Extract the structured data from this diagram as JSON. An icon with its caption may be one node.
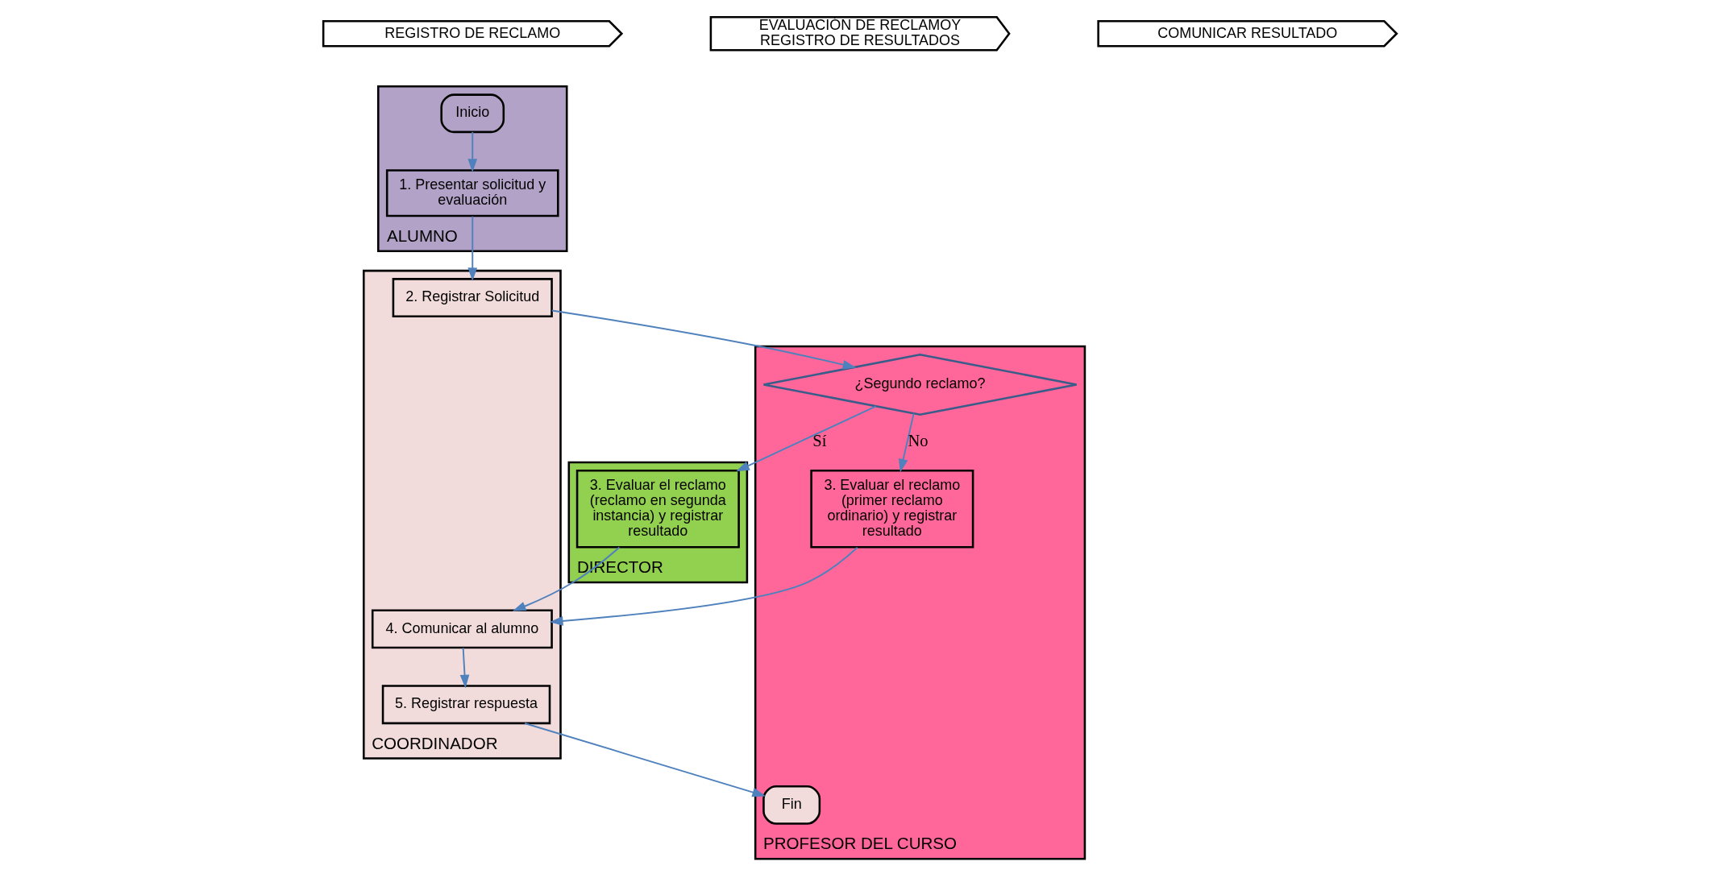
{
  "diagram": {
    "nodes": [
      {
        "text": [
          "REGISTRO DE RECLAMO"
        ]
      },
      {
        "text": [
          "EVALUACIÓN DE RECLAMOY REGISTRO DE RESULTADOS"
        ]
      },
      {
        "text": [
          "COMUNICAR RESULTADO"
        ]
      },
      {
        "text": [
          "ALUMNO"
        ]
      },
      {
        "text": [
          "COORDINADOR"
        ]
      },
      {
        "text": [
          "PROFESOR DEL CURSO"
        ]
      },
      {
        "text": [
          "DIRECTOR"
        ]
      },
      {
        "text": [
          "Inicio"
        ],
        "in": 3
      },
      {
        "text": [
          "1. Presentar solicitud y evaluación"
        ],
        "in": 3
      },
      {
        "text": [
          "2. Registrar Solicitud"
        ],
        "in": 4
      },
      {
        "text": [
          "4. Comunicar al alumno"
        ],
        "in": 4
      },
      {
        "text": [
          "5. Registrar respuesta"
        ],
        "in": 4
      },
      {
        "text": [
          "¿Segundo reclamo?"
        ],
        "in": 5
      },
      {
        "text": [
          "3. Evaluar el reclamo (primer reclamo ordinario) y registrar resultado"
        ],
        "in": 5
      },
      {
        "text": [
          "Fin"
        ],
        "in": 5
      },
      {
        "text": [
          "3. Evaluar el reclamo (reclamo en segunda instancia) y registrar resultado"
        ],
        "in": 6
      }
    ],
    "edges": [
      {
        "from": 7,
        "to": 8,
        "arrow": "to"
      },
      {
        "from": 8,
        "to": 9,
        "arrow": "to"
      },
      {
        "from": 9,
        "to": 12,
        "arrow": "to"
      },
      {
        "from": 12,
        "to": 13,
        "arrow": "to",
        "label": "No"
      },
      {
        "from": 12,
        "to": 15,
        "arrow": "to",
        "label": "Sí"
      },
      {
        "from": 13,
        "to": 10,
        "arrow": "to"
      },
      {
        "from": 15,
        "to": 10,
        "arrow": "to"
      },
      {
        "from": 10,
        "to": 11,
        "arrow": "to"
      },
      {
        "from": 11,
        "to": 14,
        "arrow": "to"
      }
    ]
  }
}
